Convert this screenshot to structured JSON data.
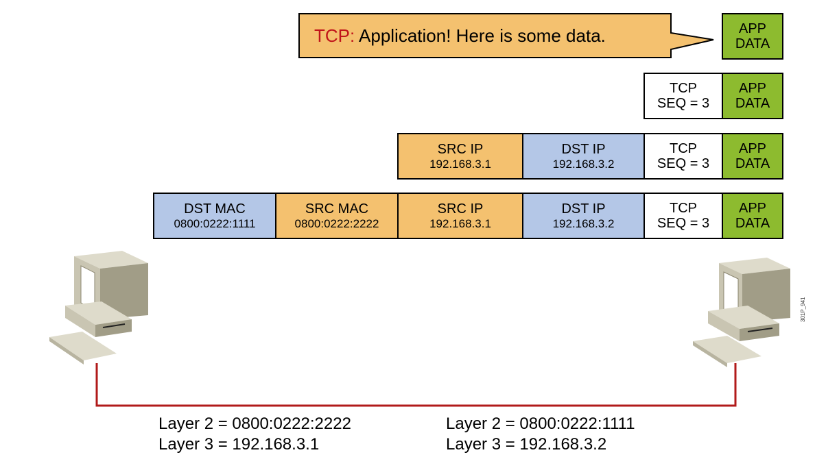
{
  "callout": {
    "speaker": "TCP:",
    "message": " Application! Here is some data."
  },
  "rows": [
    {
      "cells": [
        {
          "line1": "APP",
          "line2": "DATA",
          "color": "#8dbb2f"
        }
      ]
    },
    {
      "cells": [
        {
          "line1": "TCP",
          "line2": "SEQ = 3",
          "color": "#ffffff"
        },
        {
          "line1": "APP",
          "line2": "DATA",
          "color": "#8dbb2f"
        }
      ]
    },
    {
      "cells": [
        {
          "line1": "SRC IP",
          "line2": "192.168.3.1",
          "color": "#f4c16f"
        },
        {
          "line1": "DST IP",
          "line2": "192.168.3.2",
          "color": "#b4c7e7"
        },
        {
          "line1": "TCP",
          "line2": "SEQ = 3",
          "color": "#ffffff"
        },
        {
          "line1": "APP",
          "line2": "DATA",
          "color": "#8dbb2f"
        }
      ]
    },
    {
      "cells": [
        {
          "line1": "DST MAC",
          "line2": "0800:0222:1111",
          "color": "#b4c7e7"
        },
        {
          "line1": "SRC MAC",
          "line2": "0800:0222:2222",
          "color": "#f4c16f"
        },
        {
          "line1": "SRC IP",
          "line2": "192.168.3.1",
          "color": "#f4c16f"
        },
        {
          "line1": "DST IP",
          "line2": "192.168.3.2",
          "color": "#b4c7e7"
        },
        {
          "line1": "TCP",
          "line2": "SEQ = 3",
          "color": "#ffffff"
        },
        {
          "line1": "APP",
          "line2": "DATA",
          "color": "#8dbb2f"
        }
      ]
    }
  ],
  "hosts": {
    "left": {
      "layer2": "Layer 2 = 0800:0222:2222",
      "layer3": "Layer 3 = 192.168.3.1"
    },
    "right": {
      "layer2": "Layer 2 = 0800:0222:1111",
      "layer3": "Layer 3 = 192.168.3.2"
    }
  },
  "figure_id": "301P_941",
  "colors": {
    "callout_fill": "#f4c16f",
    "link_line": "#b11a1a",
    "tcp_highlight": "#c0141a"
  }
}
